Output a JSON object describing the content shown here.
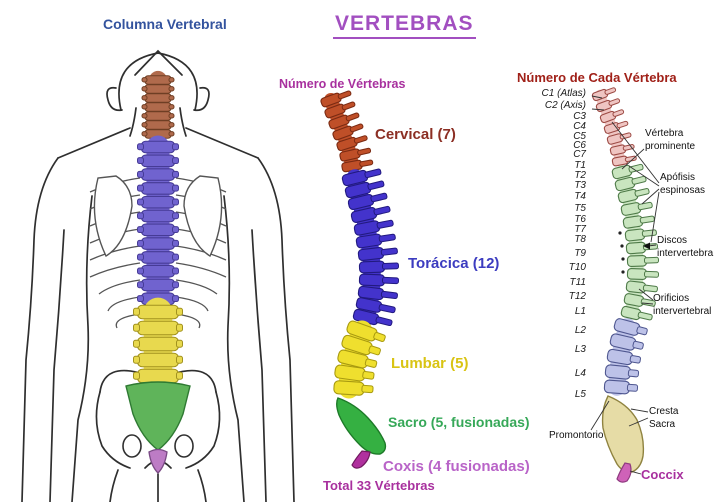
{
  "header": {
    "title": "VERTEBRAS"
  },
  "left_panel": {
    "title": "Columna Vertebral"
  },
  "middle_panel": {
    "subtitle": "Número de Vértebras",
    "labels": {
      "cervical": "Cervical (7)",
      "thoracic": "Torácica (12)",
      "lumbar": "Lumbar (5)",
      "sacrum": "Sacro (5, fusionadas)",
      "coccyx": "Coxis (4 fusionadas)",
      "total": "Total 33 Vértebras"
    }
  },
  "right_panel": {
    "subtitle": "Número de Cada Vértebra",
    "vertebra_labels": [
      "C1 (Atlas)",
      "C2 (Axis)",
      "C3",
      "C4",
      "C5",
      "C6",
      "C7",
      "T1",
      "T2",
      "T3",
      "T4",
      "T5",
      "T6",
      "T7",
      "T8",
      "T9",
      "T10",
      "T11",
      "T12",
      "L1",
      "L2",
      "L3",
      "L4",
      "L5"
    ],
    "annotations": {
      "prominent": "Vértebra prominente",
      "spinous": "Apófisis espinosas",
      "discs": "Discos intervertebra",
      "foramina": "Orificios intervertebral",
      "sacral_crest": "Cresta Sacra",
      "promontory": "Promontorio",
      "coccyx": "Coccix"
    }
  },
  "colors": {
    "main_title": "#a24fc0",
    "magenta_text": "#a8309e",
    "left_title_blue": "#33539e",
    "right_title_red": "#a02018",
    "label_cervical": "#8c2f24",
    "label_thoracic": "#3c3cc0",
    "label_lumbar": "#d9c414",
    "label_sacrum": "#36a858",
    "label_coccyx": "#b964c8",
    "annotation_text": "#111111",
    "outline": "#2f2f2f",
    "mid_spine": {
      "cervical": "#bf4f28",
      "thoracic": "#4333cc",
      "lumbar": "#efdf2e",
      "sacrum": "#35b042",
      "coccyx": "#b0309e"
    },
    "mid_spine_stroke": {
      "cervical": "#7a2a12",
      "thoracic": "#221a80",
      "lumbar": "#a89a10",
      "sacrum": "#1d7a28",
      "coccyx": "#70195f"
    },
    "left_spine": {
      "cervical": "#b06a4c",
      "thoracic": "#7063cf",
      "lumbar": "#e8d94e",
      "sacrum": "#5fb45a",
      "coccyx": "#bd7cc5"
    },
    "left_spine_stroke": {
      "cervical": "#6f3f24",
      "thoracic": "#463b96",
      "lumbar": "#a2921e",
      "sacrum": "#2f7a33",
      "coccyx": "#7a4a85"
    },
    "right_spine": {
      "cervical": "#efc5c2",
      "thoracic": "#c9e5bf",
      "lumbar": "#bdc2e8",
      "sacrum": "#e6dca6",
      "coccyx": "#cf62b8"
    },
    "right_spine_stroke": {
      "cervical": "#9c4a44",
      "thoracic": "#4e7a48",
      "lumbar": "#4e568f",
      "sacrum": "#8f8340",
      "coccyx": "#8f3a80"
    }
  }
}
